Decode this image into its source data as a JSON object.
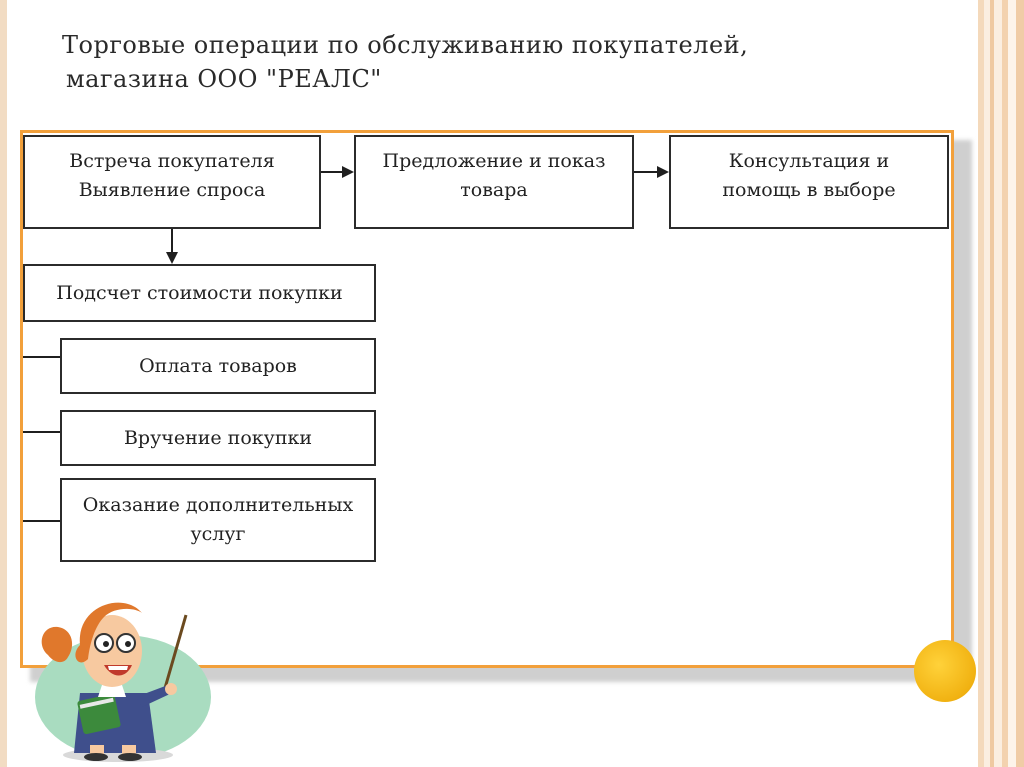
{
  "title": {
    "line1": "Торговые операции  по обслуживанию покупателей,",
    "line2": "магазина ООО \"РЕАЛС\""
  },
  "diagram": {
    "boxes": [
      {
        "id": "meet",
        "text": "Встреча покупателя\nВыявление спроса"
      },
      {
        "id": "offer",
        "text": "Предложение и показ\nтовара"
      },
      {
        "id": "consult",
        "text": "Консультация и\nпомощь в выборе"
      },
      {
        "id": "count",
        "text": "Подсчет стоимости покупки"
      },
      {
        "id": "pay",
        "text": "Оплата товаров"
      },
      {
        "id": "hand",
        "text": "Вручение покупки"
      },
      {
        "id": "extra",
        "text": "Оказание дополнительных\nуслуг"
      }
    ]
  },
  "colors": {
    "frame": "#f2a03b",
    "sun": "#f1b212"
  },
  "icons": {
    "teacher": "teacher-with-pointer-illustration",
    "sun": "sun-circle-decoration"
  }
}
